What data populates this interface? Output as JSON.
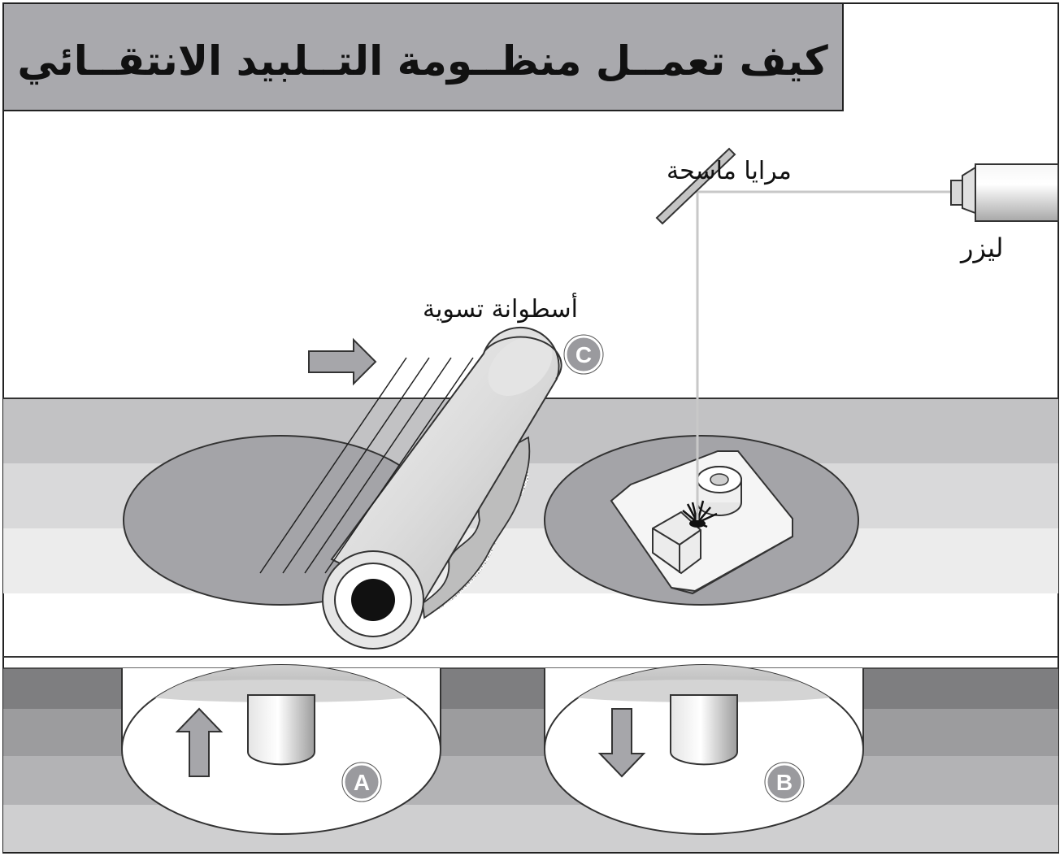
{
  "title": "كيف تعمــل منظــومة التــلبيد الانتقــائي",
  "labels": {
    "laser": "ليزر",
    "scanning_mirrors": "مرايا ماسحة",
    "leveling_roller": "أسطوانة تسوية"
  },
  "badges": {
    "a": "A",
    "b": "B",
    "c": "C"
  },
  "icons": {
    "up_arrow": "arrow-up-icon",
    "down_arrow": "arrow-down-icon",
    "right_arrow": "arrow-right-icon"
  },
  "colors": {
    "title_bar": "#a9a9ad",
    "badge": "#9a9a9e",
    "laser_beam": "#c8c8c8",
    "powder_disc": "#a4a4a8"
  }
}
